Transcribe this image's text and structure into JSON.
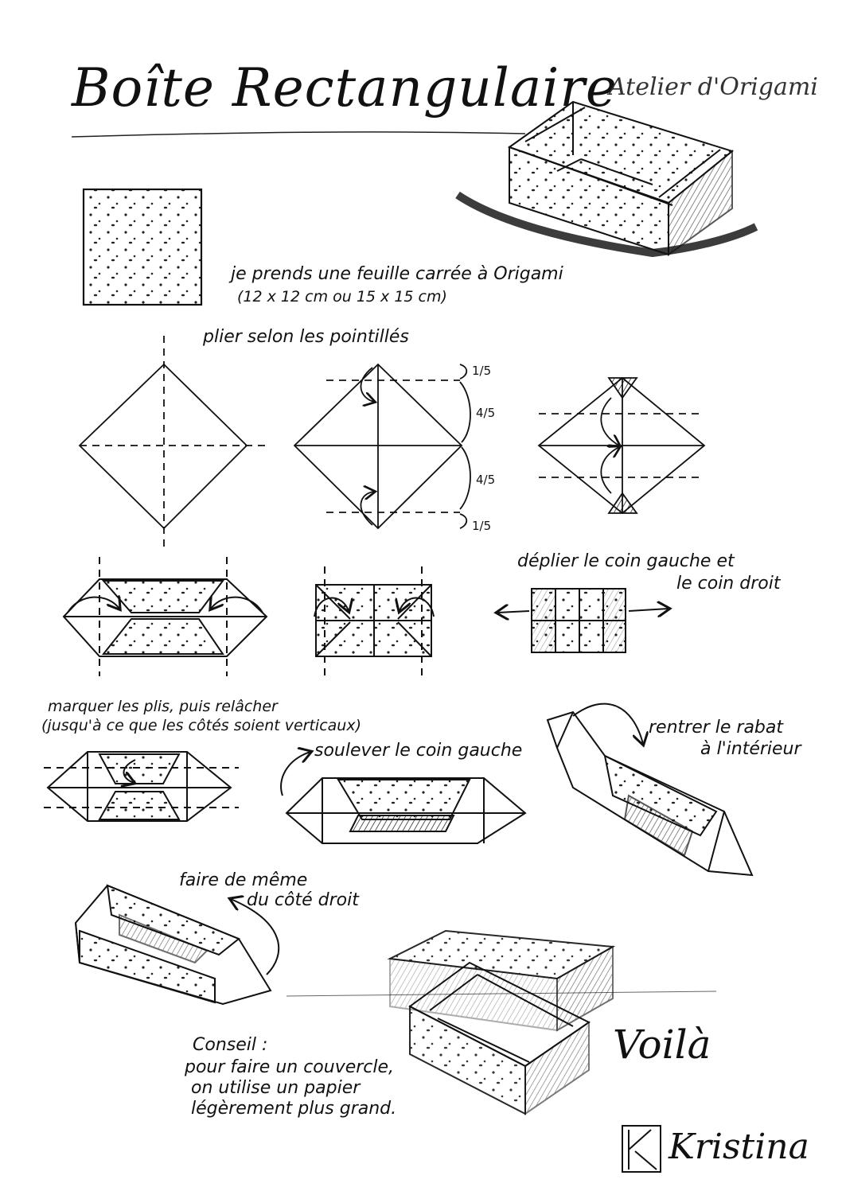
{
  "title": "Boîte Rectangulaire",
  "atelier": "Atelier d'Origami",
  "steps": {
    "s1_line1": "je prends une feuille carrée à Origami",
    "s1_line2": "(12 x 12 cm ou 15 x 15 cm)",
    "s2": "plier selon les pointillés",
    "frac_top": "1/5",
    "frac_mid_upper": "4/5",
    "frac_mid_lower": "4/5",
    "frac_bottom": "1/5",
    "s3_line1": "déplier le coin gauche et",
    "s3_line2": "le coin droit",
    "s4_line1": "marquer les plis, puis relâcher",
    "s4_line2": "(jusqu'à ce que les côtés soient verticaux)",
    "s5": "soulever le coin gauche",
    "s6_line1": "rentrer le rabat",
    "s6_line2": "à l'intérieur",
    "s7_line1": "faire de même",
    "s7_line2": "du côté droit"
  },
  "tip": {
    "heading": "Conseil :",
    "line1": "pour faire un couvercle,",
    "line2": "on utilise un papier",
    "line3": "légèrement plus grand."
  },
  "voila": "Voilà",
  "signature": "Kristina"
}
